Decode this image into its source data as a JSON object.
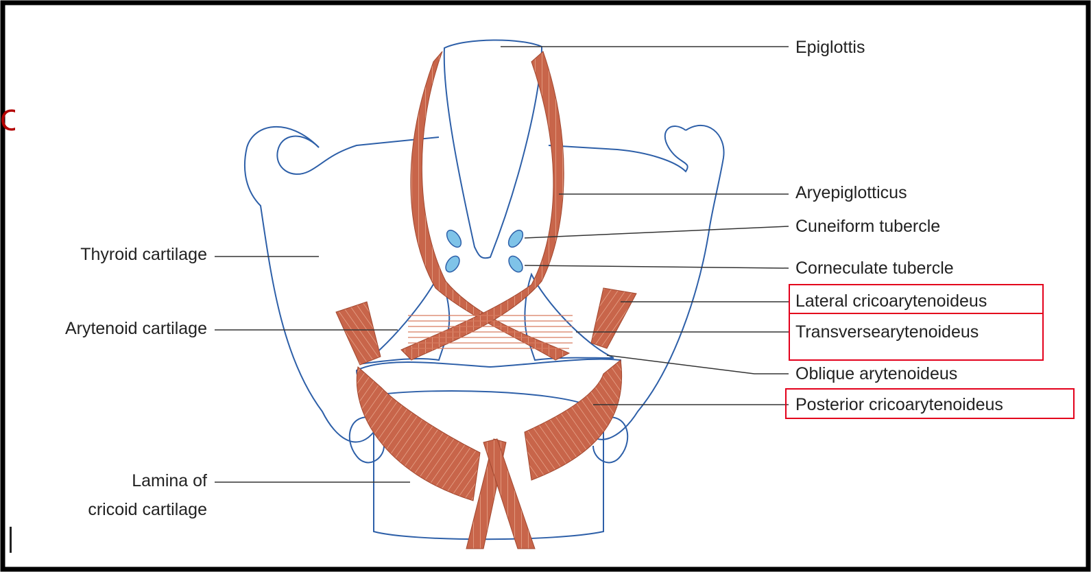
{
  "labels": {
    "left": {
      "thyroid": "Thyroid cartilage",
      "arytenoid": "Arytenoid cartilage",
      "lamina_line1": "Lamina of",
      "lamina_line2": "cricoid cartilage"
    },
    "right": {
      "epiglottis": "Epiglottis",
      "aryepiglotticus": "Aryepiglotticus",
      "cuneiform": "Cuneiform tubercle",
      "corneculate": "Corneculate tubercle",
      "lateral": "Lateral cricoarytenoideus",
      "transverse": "Transversearytenoideus",
      "oblique": "Oblique arytenoideus",
      "posterior": "Posterior cricoarytenoideus"
    }
  },
  "highlighted": [
    "Lateral cricoarytenoideus",
    "Transversearytenoideus",
    "Posterior cricoarytenoideus"
  ],
  "colors": {
    "frame": "#000000",
    "outline": "#2d5fa8",
    "muscle": "#c8654a",
    "muscle_light": "#e6a488",
    "tubercle": "#7fc3e8",
    "highlight": "#e3001b",
    "leader": "#333333"
  }
}
